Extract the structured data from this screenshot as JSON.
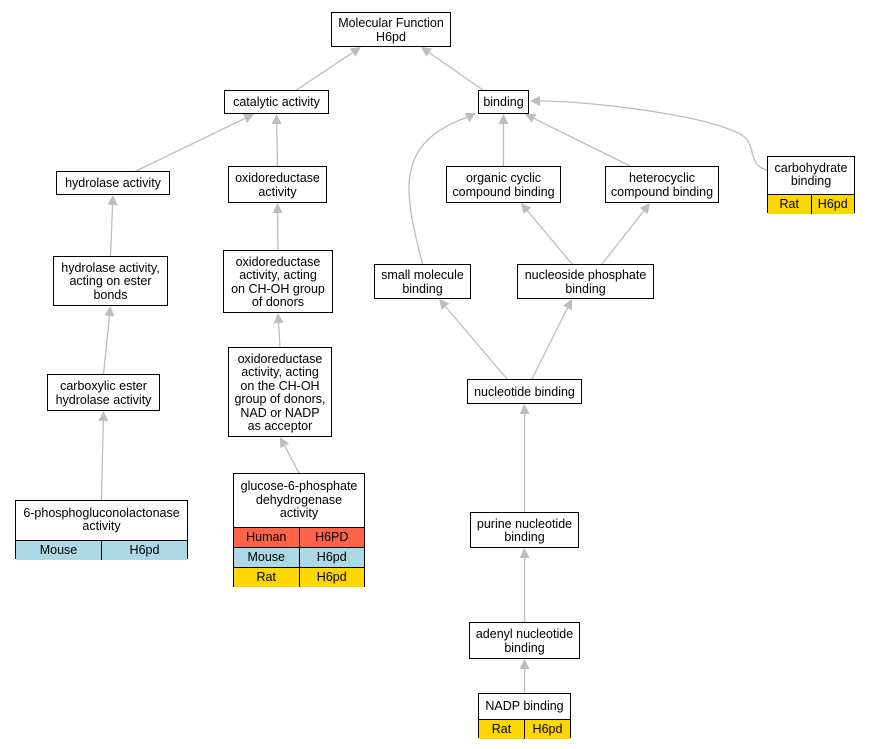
{
  "colors": {
    "edge": "#bdbdbd",
    "Human": "#ff6347",
    "Mouse": "#add8e6",
    "Rat": "#ffd700"
  },
  "nodes": [
    {
      "id": "mf",
      "label": "Molecular Function\nH6pd",
      "rows": []
    },
    {
      "id": "catalytic",
      "label": "catalytic activity",
      "rows": []
    },
    {
      "id": "binding",
      "label": "binding",
      "rows": []
    },
    {
      "id": "hydrolase",
      "label": "hydrolase activity",
      "rows": []
    },
    {
      "id": "oxidoreductase",
      "label": "oxidoreductase\nactivity",
      "rows": []
    },
    {
      "id": "organic_cyclic",
      "label": "organic cyclic\ncompound binding",
      "rows": []
    },
    {
      "id": "heterocyclic",
      "label": "heterocyclic\ncompound binding",
      "rows": []
    },
    {
      "id": "carbohydrate",
      "label": "carbohydrate\nbinding",
      "rows": [
        {
          "species": "Rat",
          "gene": "H6pd"
        }
      ]
    },
    {
      "id": "hydrolase_ester",
      "label": "hydrolase activity,\nacting on ester\nbonds",
      "rows": []
    },
    {
      "id": "oxido_choh",
      "label": "oxidoreductase\nactivity, acting\non CH-OH group\nof donors",
      "rows": []
    },
    {
      "id": "small_molecule",
      "label": "small molecule\nbinding",
      "rows": []
    },
    {
      "id": "nucleoside_phosphate",
      "label": "nucleoside phosphate\nbinding",
      "rows": []
    },
    {
      "id": "carboxylic_ester",
      "label": "carboxylic ester\nhydrolase activity",
      "rows": []
    },
    {
      "id": "oxido_nad",
      "label": "oxidoreductase\nactivity, acting\non the CH-OH\ngroup of donors,\nNAD or NADP\nas acceptor",
      "rows": []
    },
    {
      "id": "nucleotide",
      "label": "nucleotide binding",
      "rows": []
    },
    {
      "id": "phosphogluconolactonase",
      "label": "6-phosphogluconolactonase\nactivity",
      "rows": [
        {
          "species": "Mouse",
          "gene": "H6pd"
        }
      ]
    },
    {
      "id": "g6pd",
      "label": "glucose-6-phosphate\ndehydrogenase\nactivity",
      "rows": [
        {
          "species": "Human",
          "gene": "H6PD"
        },
        {
          "species": "Mouse",
          "gene": "H6pd"
        },
        {
          "species": "Rat",
          "gene": "H6pd"
        }
      ]
    },
    {
      "id": "purine",
      "label": "purine nucleotide\nbinding",
      "rows": []
    },
    {
      "id": "adenyl",
      "label": "adenyl nucleotide\nbinding",
      "rows": []
    },
    {
      "id": "nadp",
      "label": "NADP binding",
      "rows": [
        {
          "species": "Rat",
          "gene": "H6pd"
        }
      ]
    }
  ],
  "edges": [
    {
      "from": "catalytic",
      "to": "mf"
    },
    {
      "from": "binding",
      "to": "mf"
    },
    {
      "from": "hydrolase",
      "to": "catalytic"
    },
    {
      "from": "oxidoreductase",
      "to": "catalytic"
    },
    {
      "from": "organic_cyclic",
      "to": "binding"
    },
    {
      "from": "heterocyclic",
      "to": "binding"
    },
    {
      "from": "carbohydrate",
      "to": "binding"
    },
    {
      "from": "small_molecule",
      "to": "binding"
    },
    {
      "from": "hydrolase_ester",
      "to": "hydrolase"
    },
    {
      "from": "oxido_choh",
      "to": "oxidoreductase"
    },
    {
      "from": "nucleoside_phosphate",
      "to": "organic_cyclic"
    },
    {
      "from": "nucleoside_phosphate",
      "to": "heterocyclic"
    },
    {
      "from": "carboxylic_ester",
      "to": "hydrolase_ester"
    },
    {
      "from": "oxido_nad",
      "to": "oxido_choh"
    },
    {
      "from": "nucleotide",
      "to": "small_molecule"
    },
    {
      "from": "nucleotide",
      "to": "nucleoside_phosphate"
    },
    {
      "from": "phosphogluconolactonase",
      "to": "carboxylic_ester"
    },
    {
      "from": "g6pd",
      "to": "oxido_nad"
    },
    {
      "from": "purine",
      "to": "nucleotide"
    },
    {
      "from": "adenyl",
      "to": "purine"
    },
    {
      "from": "nadp",
      "to": "adenyl"
    }
  ]
}
